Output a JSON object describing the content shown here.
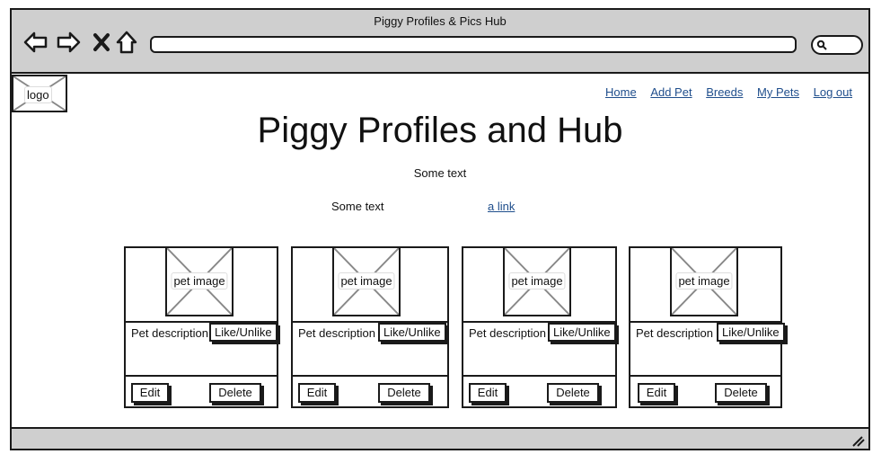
{
  "window": {
    "title": "Piggy Profiles & Pics Hub"
  },
  "browser": {
    "icons": [
      "back-arrow-icon",
      "forward-arrow-icon",
      "close-x-icon",
      "home-icon",
      "search-icon"
    ],
    "url": ""
  },
  "logo": {
    "label": "logo"
  },
  "nav": {
    "items": [
      "Home",
      "Add Pet",
      "Breeds",
      "My Pets",
      "Log out"
    ]
  },
  "main": {
    "title": "Piggy Profiles and Hub",
    "text1": "Some text",
    "text2": "Some text",
    "link": "a link"
  },
  "cards": [
    {
      "image_label": "pet image",
      "description": "Pet description",
      "like_label": "Like/Unlike",
      "edit_label": "Edit",
      "delete_label": "Delete"
    },
    {
      "image_label": "pet image",
      "description": "Pet description",
      "like_label": "Like/Unlike",
      "edit_label": "Edit",
      "delete_label": "Delete"
    },
    {
      "image_label": "pet image",
      "description": "Pet description",
      "like_label": "Like/Unlike",
      "edit_label": "Edit",
      "delete_label": "Delete"
    },
    {
      "image_label": "pet image",
      "description": "Pet description",
      "like_label": "Like/Unlike",
      "edit_label": "Edit",
      "delete_label": "Delete"
    }
  ],
  "colors": {
    "chrome": "#cfcfcf",
    "link": "#1f4e8c",
    "stroke": "#1a1a1a"
  }
}
